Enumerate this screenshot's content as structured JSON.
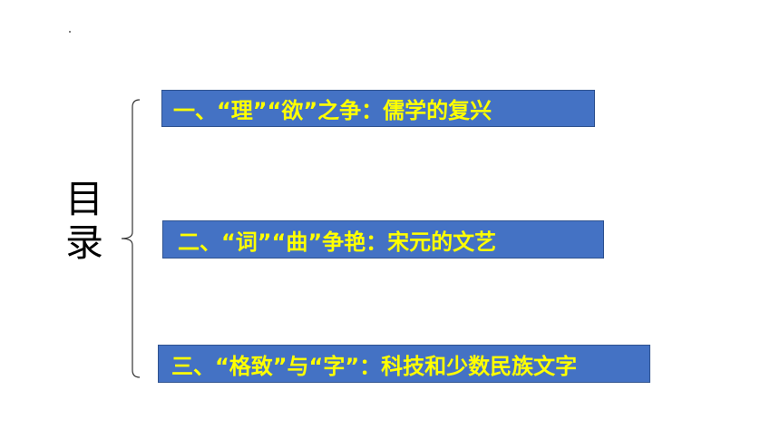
{
  "slide": {
    "title": "目录",
    "title_chars": [
      "目",
      "录"
    ],
    "sections": [
      {
        "label": "一、“理”“欲”之争：儒学的复兴"
      },
      {
        "label": "二、“词”“曲”争艳：宋元的文艺"
      },
      {
        "label": "三、“格致”与“字”：科技和少数民族文字"
      }
    ]
  },
  "colors": {
    "box_fill": "#4472c4",
    "box_border": "#2f528f",
    "box_text": "#ffff00",
    "title_text": "#000000",
    "background": "#ffffff"
  }
}
